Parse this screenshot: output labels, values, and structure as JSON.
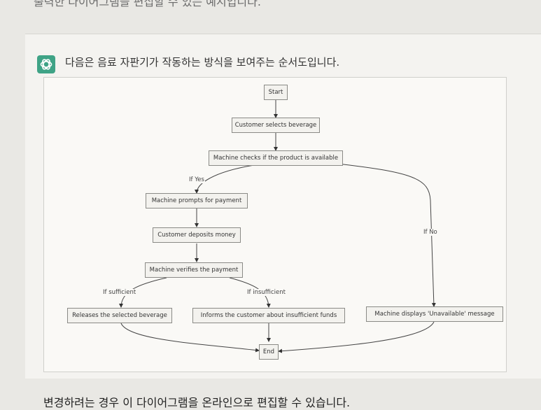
{
  "header": {
    "partial_text": "출력한 다이어그램을 편집할 수 있는 예시입니다."
  },
  "message": {
    "intro": "다음은 음료 자판기가 작동하는 방식을 보여주는 순서도입니다."
  },
  "diagram": {
    "nodes": {
      "start": "Start",
      "select": "Customer selects beverage",
      "check": "Machine checks if the product is available",
      "prompt": "Machine prompts for payment",
      "deposit": "Customer deposits money",
      "verify": "Machine verifies the payment",
      "release": "Releases the selected beverage",
      "informs": "Informs the customer about insufficient funds",
      "unavailable": "Machine displays 'Unavailable' message",
      "end": "End"
    },
    "edge_labels": {
      "if_yes": "If Yes",
      "if_no": "If No",
      "if_sufficient": "If sufficient",
      "if_insufficient": "If insufficient"
    }
  },
  "footer": {
    "text": "변경하려는 경우 이 다이어그램을 온라인으로 편집할 수 있습니다."
  }
}
